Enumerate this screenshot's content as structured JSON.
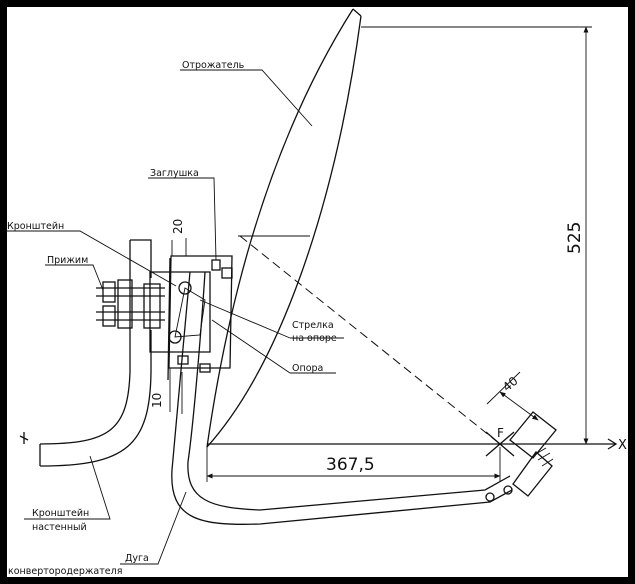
{
  "labels": {
    "reflector": "Отрожатель",
    "plug": "Заглушка",
    "bracket": "Кронштейн",
    "clamp": "Прижим",
    "arrow_line1": "Стрелка",
    "arrow_line2": "на опоре",
    "support": "Опора",
    "wall_bracket_line1": "Кронштейн",
    "wall_bracket_line2": "настенный",
    "arc_line1": "Дуга",
    "arc_line2": "конвертородержателя"
  },
  "dimensions": {
    "height": "525",
    "focal_distance": "367,5",
    "offset_40": "40",
    "offset_20": "20",
    "offset_10": "10"
  },
  "markers": {
    "focus": "F",
    "axis": "X"
  }
}
